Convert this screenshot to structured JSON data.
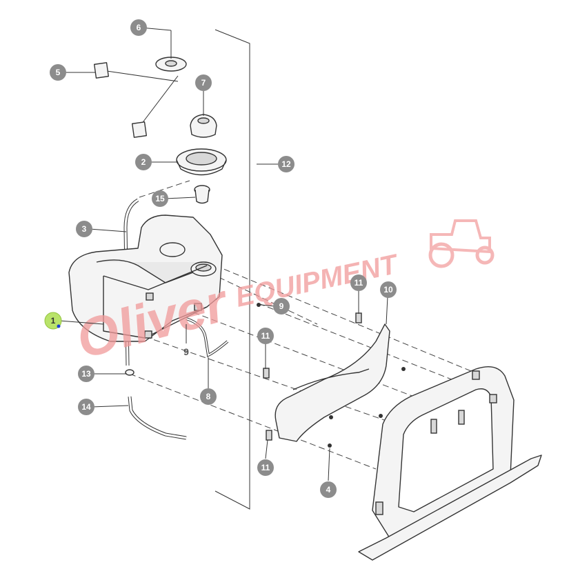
{
  "watermark": {
    "text_script": "Oliver",
    "text_caps": "EQUIPMENT",
    "color": "#f19a9a"
  },
  "callouts": [
    {
      "id": "c1",
      "label": "1",
      "highlight": true
    },
    {
      "id": "c2",
      "label": "2"
    },
    {
      "id": "c3",
      "label": "3"
    },
    {
      "id": "c4",
      "label": "4"
    },
    {
      "id": "c5",
      "label": "5"
    },
    {
      "id": "c6",
      "label": "6"
    },
    {
      "id": "c7",
      "label": "7"
    },
    {
      "id": "c8",
      "label": "8"
    },
    {
      "id": "c9a",
      "label": "9"
    },
    {
      "id": "c9b",
      "label": "9"
    },
    {
      "id": "c10",
      "label": "10"
    },
    {
      "id": "c11a",
      "label": "11"
    },
    {
      "id": "c11b",
      "label": "11"
    },
    {
      "id": "c11c",
      "label": "11"
    },
    {
      "id": "c12",
      "label": "12"
    },
    {
      "id": "c13",
      "label": "13"
    },
    {
      "id": "c14",
      "label": "14"
    },
    {
      "id": "c15",
      "label": "15"
    }
  ],
  "colors": {
    "callout": "#8c8c8c",
    "callout_highlight": "#b9e36a",
    "line": "#333333"
  }
}
